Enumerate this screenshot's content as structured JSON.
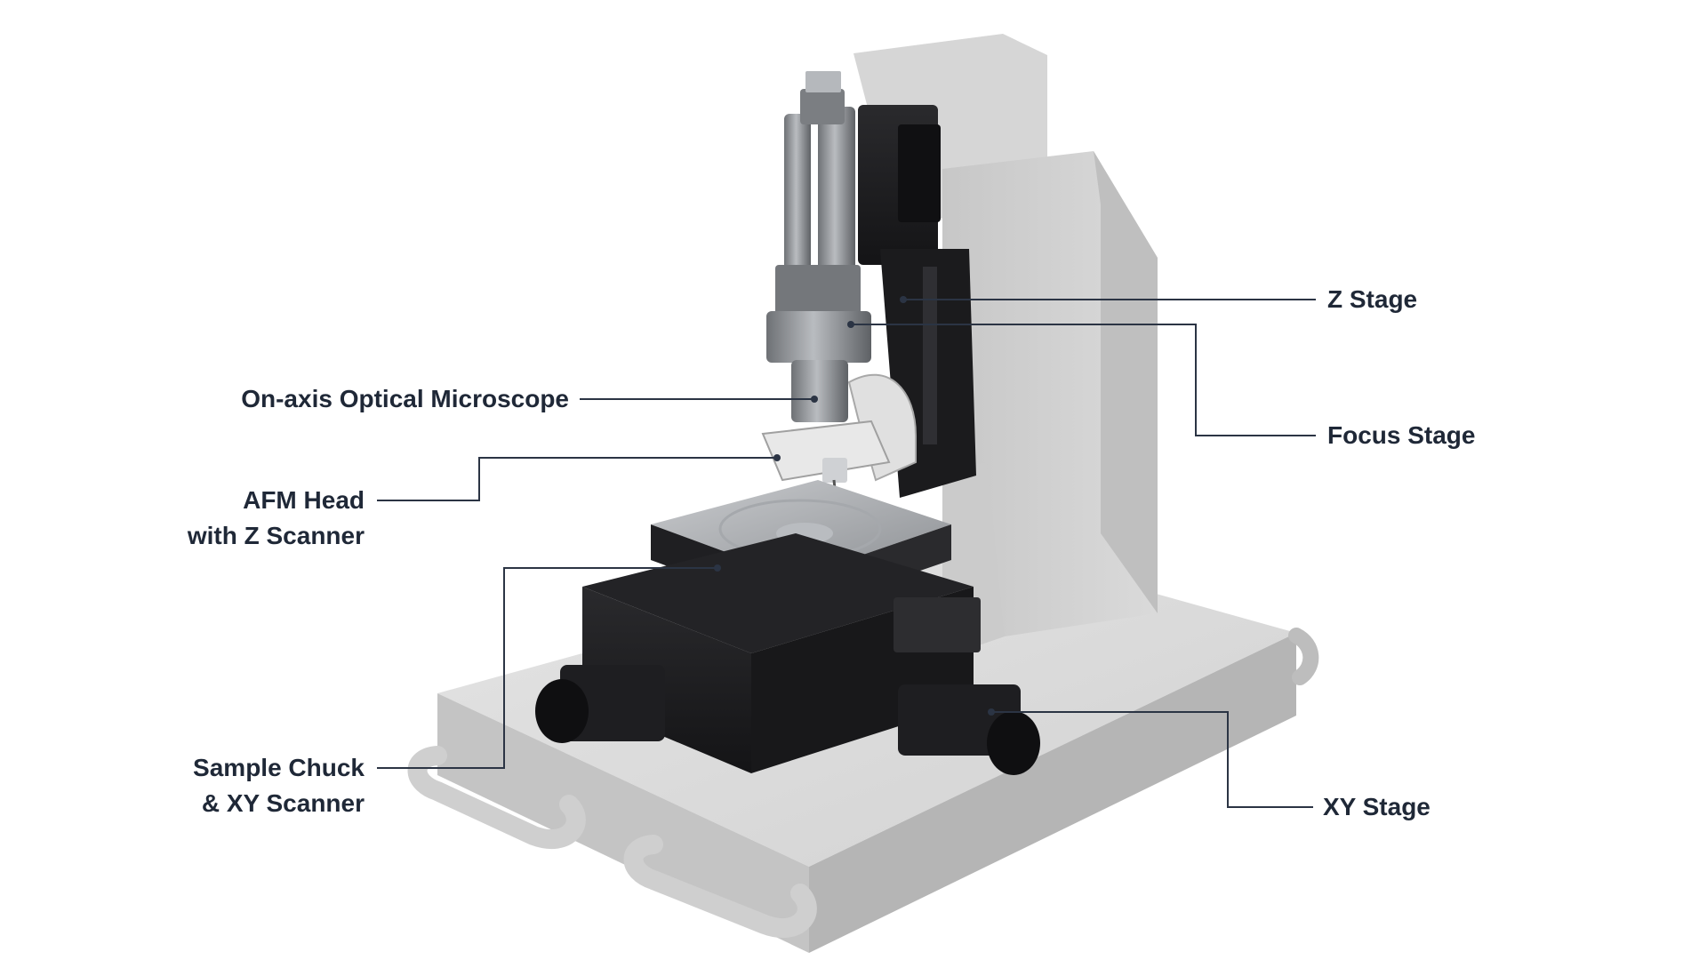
{
  "callouts": {
    "z_stage": {
      "lines": [
        "Z Stage"
      ]
    },
    "focus_stage": {
      "lines": [
        "Focus Stage"
      ]
    },
    "optical_microscope": {
      "lines": [
        "On-axis Optical Microscope"
      ]
    },
    "afm_head": {
      "lines": [
        "AFM Head",
        "with Z Scanner"
      ]
    },
    "sample_chuck": {
      "lines": [
        "Sample Chuck",
        "& XY Scanner"
      ]
    },
    "xy_stage": {
      "lines": [
        "XY Stage"
      ]
    }
  },
  "colors": {
    "label_text": "#1f2837",
    "leader_line": "#2b3444",
    "base_light": "#d9d9d9",
    "base_shadow": "#b3b3b3",
    "column_light": "#d4d4d4",
    "stage_dark": "#1c1c1e",
    "metal": "#8f9296"
  }
}
